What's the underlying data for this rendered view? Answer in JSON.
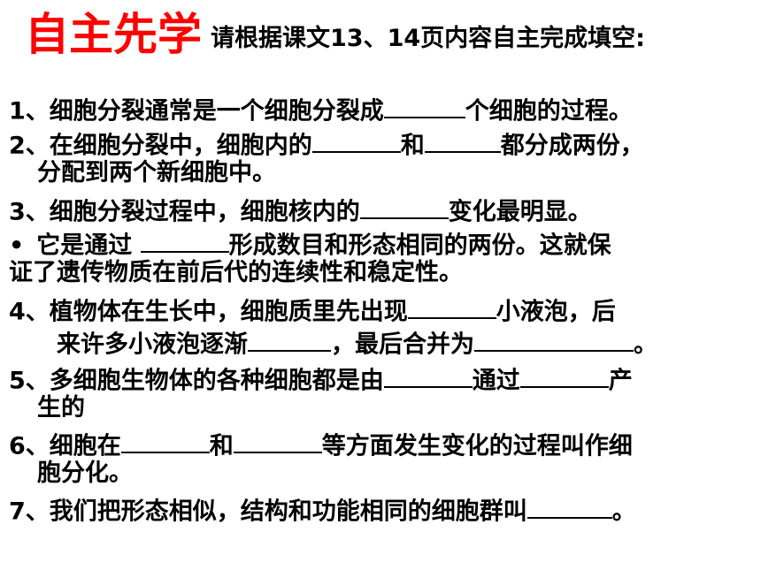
{
  "title": {
    "main": "自主先学",
    "sub": "请根据课文13、14页内容自主完成填空:"
  },
  "lines": [
    {
      "num": "1",
      "parts": [
        "、细胞分裂通常是一个细胞分裂成",
        "个细胞的过程。"
      ]
    },
    {
      "num": "2",
      "parts": [
        "、在细胞分裂中，细胞内的",
        "和",
        "都分成两份，"
      ]
    },
    {
      "text": "分配到两个新细胞中。"
    },
    {
      "num": "3",
      "parts": [
        "、细胞分裂过程中，细胞核内的",
        "变化最明显。"
      ]
    },
    {
      "bullet": "•",
      "parts": [
        "它是通过 ",
        "形成数目和形态相同的两份。这就保"
      ]
    },
    {
      "text": "证了遗传物质在前后代的连续性和稳定性。"
    },
    {
      "num": "4",
      "parts": [
        "、植物体在生长中，细胞质里先出现",
        "小液泡，后"
      ]
    },
    {
      "parts": [
        "来许多小液泡逐渐",
        "，最后合并为",
        "。"
      ]
    },
    {
      "num": "5",
      "parts": [
        "、多细胞生物体的各种细胞都是由",
        "通过",
        "产"
      ]
    },
    {
      "text": "生的"
    },
    {
      "num": "6",
      "parts": [
        "、细胞在",
        "和",
        "等方面发生变化的过程叫作细"
      ]
    },
    {
      "text": "胞分化。"
    },
    {
      "num": "7",
      "parts": [
        "、我们把形态相似，结构和功能相同的细胞群叫",
        "。"
      ]
    }
  ]
}
